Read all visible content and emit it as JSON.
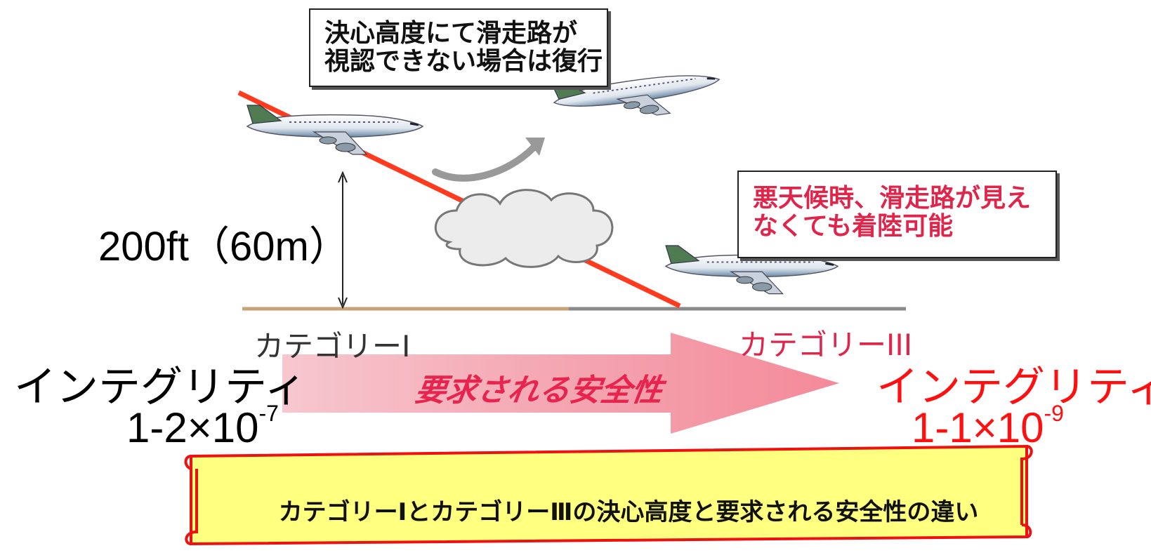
{
  "callout_top": {
    "line1": "決心高度にて滑走路が",
    "line2": "視認できない場合は復行"
  },
  "callout_right": {
    "line1": "悪天候時、滑走路が見え",
    "line2": "なくても着陸可能"
  },
  "altitude_label": "200ft（60m）",
  "category_left": "カテゴリーI",
  "category_right": "カテゴリーIII",
  "integrity_left": {
    "label": "インテグリティ",
    "value_base": "1-2×10",
    "value_exp": "-7"
  },
  "integrity_right": {
    "label": "インテグリティ",
    "value_base": "1-1×10",
    "value_exp": "-9"
  },
  "arrow_label": "要求される安全性",
  "banner_text": "カテゴリーⅠとカテゴリーⅢの決心高度と要求される安全性の違い",
  "colors": {
    "red": "#ff1010",
    "pink": "#e0254b",
    "glide_path": "#ff3b1f",
    "banner_fill": "#ffff80",
    "banner_border": "#ee1111"
  }
}
